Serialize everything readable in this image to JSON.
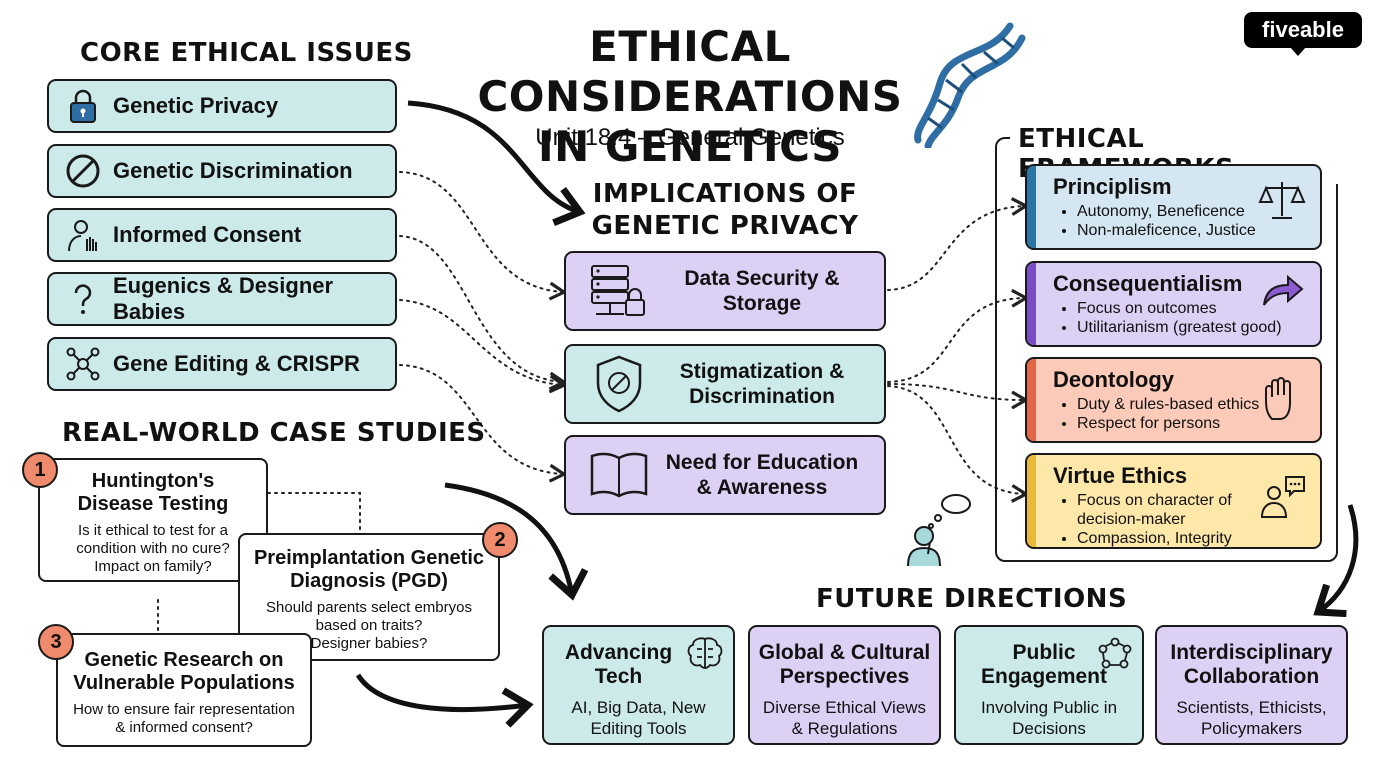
{
  "title_line1": "ETHICAL CONSIDERATIONS",
  "title_line2": "IN GENETICS",
  "subtitle": "Unit 18.4 – General Genetics",
  "logo": "fiveable",
  "core": {
    "heading": "CORE ETHICAL ISSUES",
    "items": [
      {
        "label": "Genetic Privacy",
        "icon": "lock-icon"
      },
      {
        "label": "Genetic Discrimination",
        "icon": "prohibited-icon"
      },
      {
        "label": "Informed Consent",
        "icon": "person-hand-icon"
      },
      {
        "label": "Eugenics & Designer Babies",
        "icon": "question-icon"
      },
      {
        "label": "Gene Editing & CRISPR",
        "icon": "network-icon"
      }
    ]
  },
  "implications": {
    "heading_line1": "IMPLICATIONS OF",
    "heading_line2": "GENETIC PRIVACY",
    "items": [
      {
        "line1": "Data Security &",
        "line2": "Storage",
        "icon": "server-lock-icon"
      },
      {
        "line1": "Stigmatization &",
        "line2": "Discrimination",
        "icon": "shield-icon"
      },
      {
        "line1": "Need for Education",
        "line2": "& Awareness",
        "icon": "book-icon"
      }
    ]
  },
  "frameworks": {
    "heading": "ETHICAL FRAMEWORKS",
    "items": [
      {
        "title": "Principlism",
        "bullets": [
          "Autonomy, Beneficence",
          "Non-maleficence, Justice"
        ],
        "icon": "scales-icon",
        "bg": "#d3e6f2",
        "stripe": "#2b74a6"
      },
      {
        "title": "Consequentialism",
        "bullets": [
          "Focus on outcomes",
          "Utilitarianism (greatest good)"
        ],
        "icon": "arrow-icon",
        "bg": "#ddd0f5",
        "stripe": "#7b4dc4"
      },
      {
        "title": "Deontology",
        "bullets": [
          "Duty & rules-based ethics",
          "Respect for persons"
        ],
        "icon": "hand-icon",
        "bg": "#fbcab9",
        "stripe": "#e2664a"
      },
      {
        "title": "Virtue Ethics",
        "bullets": [
          "Focus on character of decision-maker",
          "Compassion, Integrity"
        ],
        "icon": "person-speech-icon",
        "bg": "#fde7a9",
        "stripe": "#e8b83a"
      }
    ]
  },
  "cases": {
    "heading": "REAL-WORLD CASE STUDIES",
    "items": [
      {
        "num": "1",
        "title_line1": "Huntington's",
        "title_line2": "Disease Testing",
        "body_line1": "Is it ethical to test for a",
        "body_line2": "condition with no cure?",
        "body_line3": "Impact on family?"
      },
      {
        "num": "2",
        "title_line1": "Preimplantation Genetic",
        "title_line2": "Diagnosis (PGD)",
        "body_line1": "Should parents select embryos",
        "body_line2": "based on traits?",
        "body_line3": "Designer babies?"
      },
      {
        "num": "3",
        "title_line1": "Genetic Research on",
        "title_line2": "Vulnerable Populations",
        "body_line1": "How to ensure fair representation",
        "body_line2": "& informed consent?",
        "body_line3": ""
      }
    ]
  },
  "future": {
    "heading": "FUTURE DIRECTIONS",
    "items": [
      {
        "title_line1": "Advancing",
        "title_line2": "Tech",
        "body_line1": "AI, Big Data, New",
        "body_line2": "Editing Tools",
        "icon": "brain-circuit-icon",
        "bg": "#cdeaea"
      },
      {
        "title_line1": "Global & Cultural",
        "title_line2": "Perspectives",
        "body_line1": "Diverse Ethical Views",
        "body_line2": "& Regulations",
        "icon": "",
        "bg": "#ddd0f5"
      },
      {
        "title_line1": "Public",
        "title_line2": "Engagement",
        "body_line1": "Involving Public in",
        "body_line2": "Decisions",
        "icon": "people-circle-icon",
        "bg": "#cdeaea"
      },
      {
        "title_line1": "Interdisciplinary",
        "title_line2": "Collaboration",
        "body_line1": "Scientists, Ethicists,",
        "body_line2": "Policymakers",
        "icon": "",
        "bg": "#ddd0f5"
      }
    ]
  },
  "colors": {
    "teal": "#cdeaea",
    "purple": "#ddd0f5",
    "badge": "#f08a6c",
    "dna": "#2f6ea5"
  }
}
